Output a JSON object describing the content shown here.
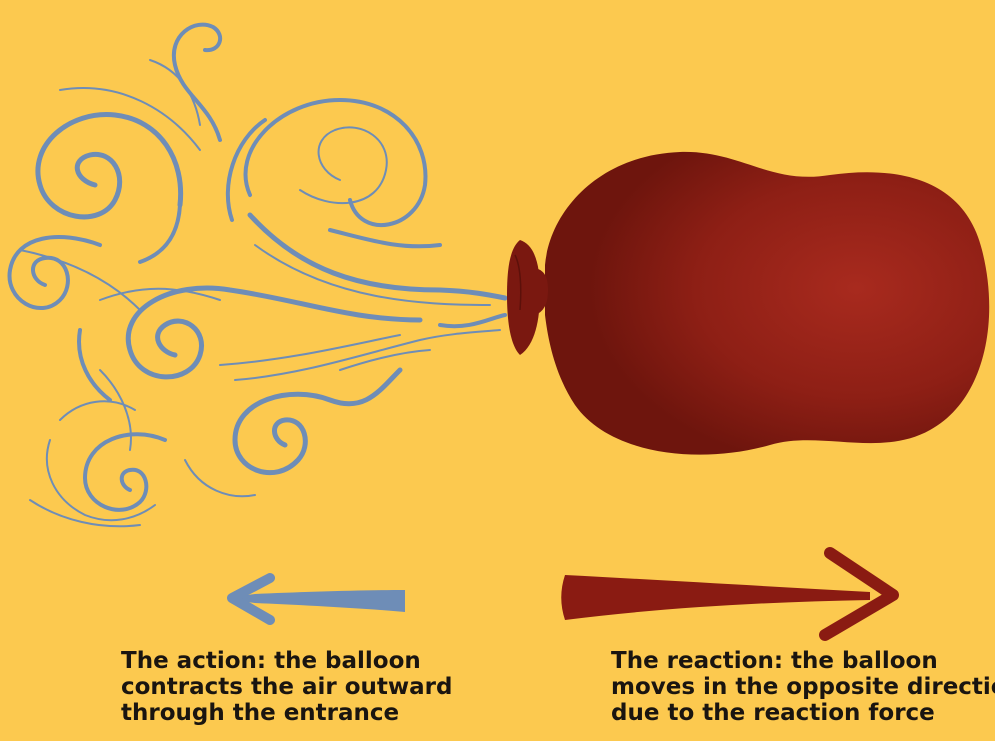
{
  "colors": {
    "background": "#fcc94f",
    "air_swirl": "#6e8db7",
    "balloon": "#8a1b12",
    "balloon_highlight": "#a82a1e",
    "left_arrow": "#6e8db7",
    "right_arrow": "#8a1b12",
    "caption_text": "#1a1510"
  },
  "icons": {
    "air": "air-swirls-icon",
    "balloon": "balloon-icon",
    "left_arrow": "arrow-left-icon",
    "right_arrow": "arrow-right-icon"
  },
  "action_caption": {
    "line1": "The action: the balloon",
    "line2": "contracts the air outward",
    "line3": "through the entrance"
  },
  "reaction_caption": {
    "line1": "The reaction: the balloon",
    "line2": "moves in the opposite direction",
    "line3": "due to the reaction force"
  }
}
